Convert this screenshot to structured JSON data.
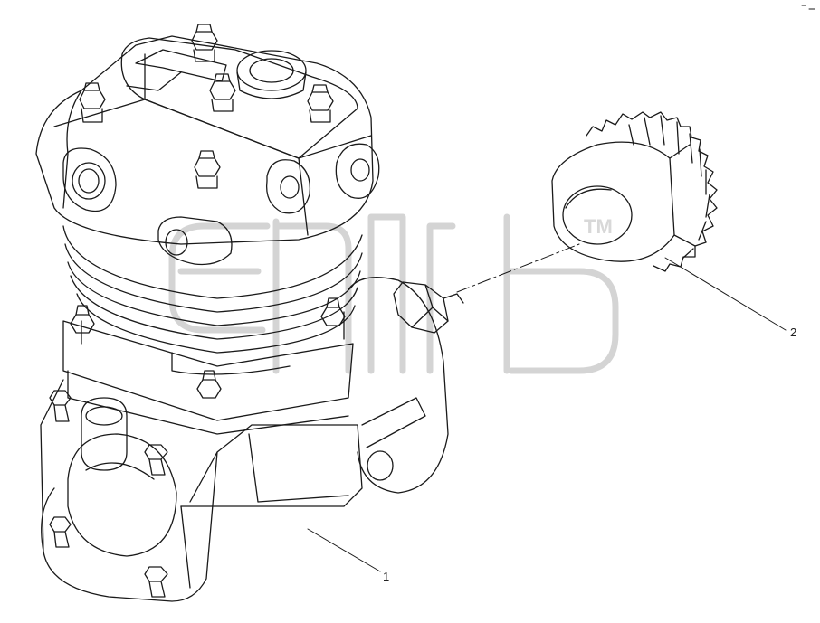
{
  "callouts": {
    "part1": "1",
    "part2": "2"
  },
  "watermark": {
    "trademark": "TM"
  },
  "colors": {
    "line": "#1a1a1a",
    "watermark": "#cfcfcf",
    "background": "#ffffff"
  }
}
